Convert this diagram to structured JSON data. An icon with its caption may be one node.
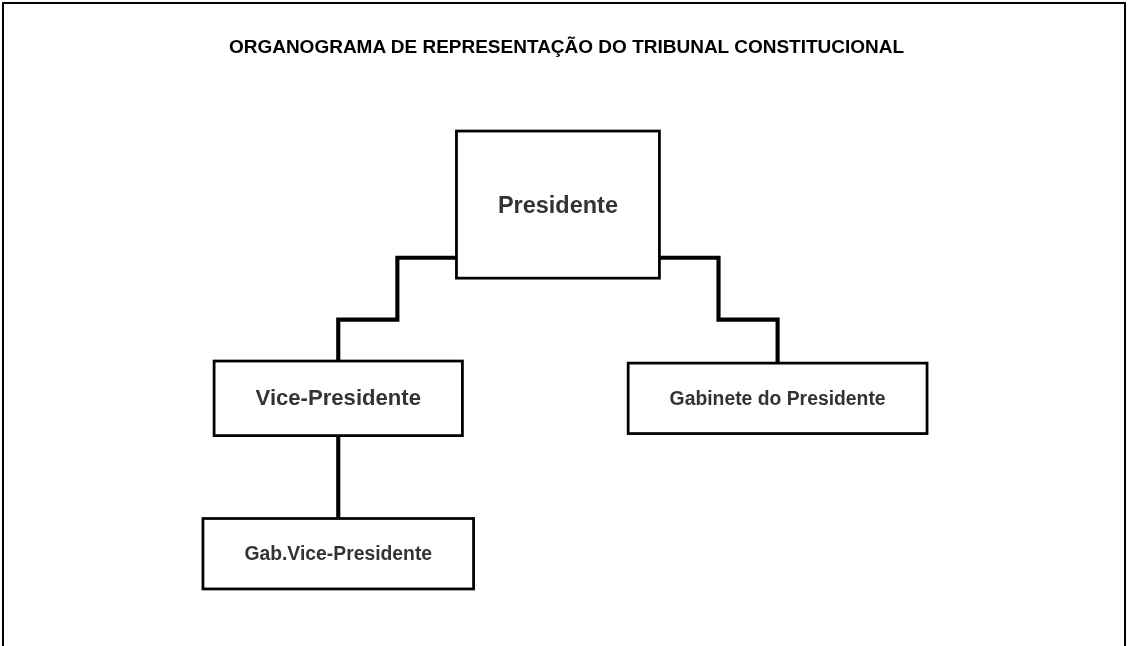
{
  "diagram": {
    "title": "ORGANOGRAMA DE REPRESENTAÇÃO DO TRIBUNAL CONSTITUCIONAL",
    "nodes": [
      {
        "text": [
          "Presidente"
        ]
      },
      {
        "text": [
          "Vice-Presidente"
        ]
      },
      {
        "text": [
          "Gabinete do Presidente"
        ]
      },
      {
        "text": [
          "Gab.Vice-Presidente"
        ]
      }
    ],
    "edges": [
      {
        "from": 0,
        "to": 1,
        "arrow": "none"
      },
      {
        "from": 0,
        "to": 2,
        "arrow": "none"
      },
      {
        "from": 1,
        "to": 3,
        "arrow": "none"
      }
    ]
  }
}
